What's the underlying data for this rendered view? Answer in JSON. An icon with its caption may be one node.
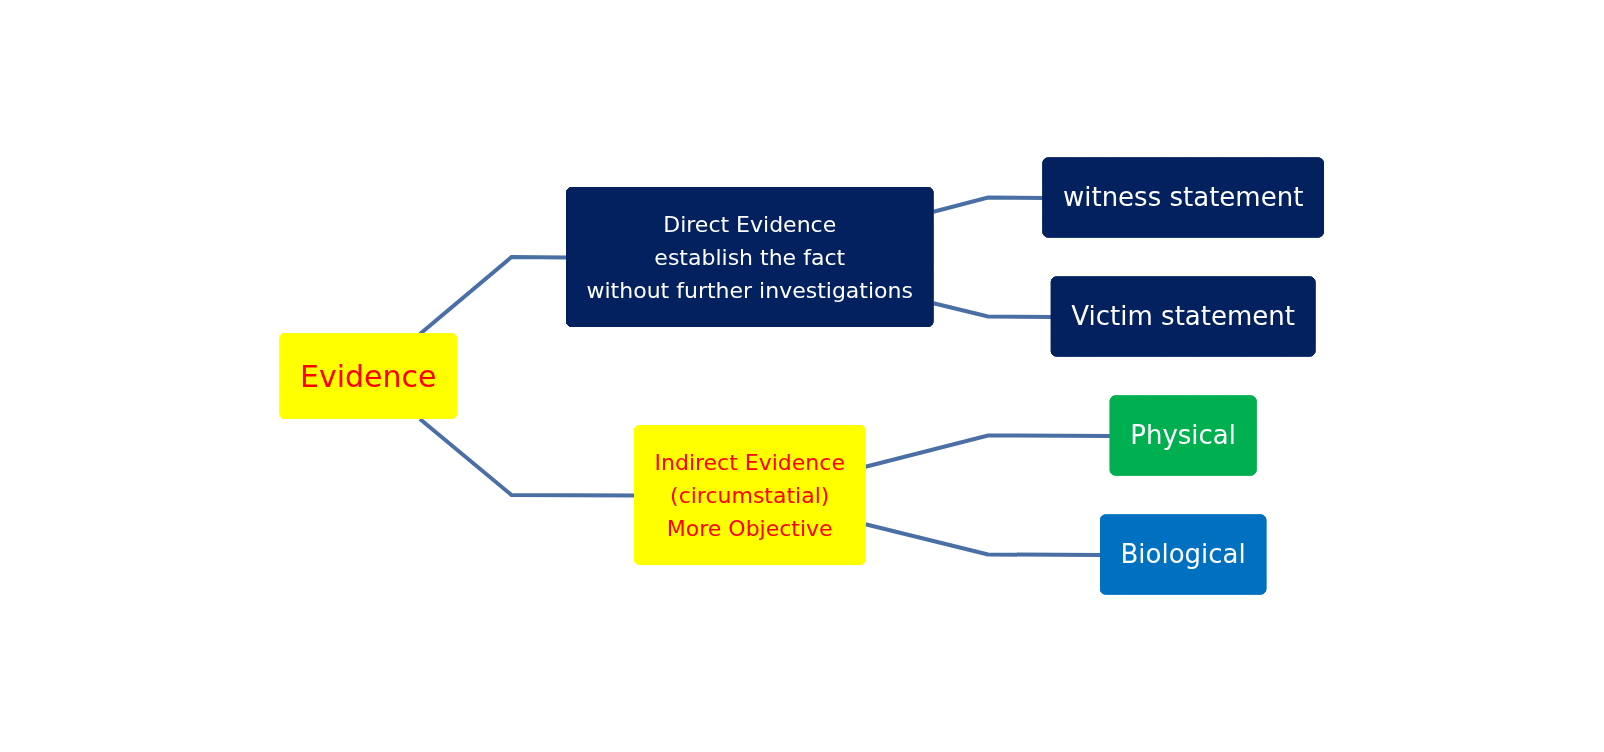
{
  "diagram": {
    "nodes": [
      {
        "text": [
          "Evidence"
        ]
      },
      {
        "text": [
          "Direct Evidence",
          "establish the fact",
          "without further investigations"
        ]
      },
      {
        "text": [
          "witness statement"
        ]
      },
      {
        "text": [
          "Victim statement"
        ]
      },
      {
        "text": [
          "Indirect Evidence",
          "(circumstatial)",
          "More Objective"
        ]
      },
      {
        "text": [
          "Physical"
        ]
      },
      {
        "text": [
          "Biological"
        ]
      }
    ],
    "edges": [
      {
        "from": 0,
        "to": 1,
        "arrow": "none"
      },
      {
        "from": 0,
        "to": 4,
        "arrow": "none"
      },
      {
        "from": 1,
        "to": 2,
        "arrow": "none"
      },
      {
        "from": 1,
        "to": 3,
        "arrow": "none"
      },
      {
        "from": 4,
        "to": 5,
        "arrow": "none"
      },
      {
        "from": 4,
        "to": 6,
        "arrow": "none"
      }
    ]
  }
}
